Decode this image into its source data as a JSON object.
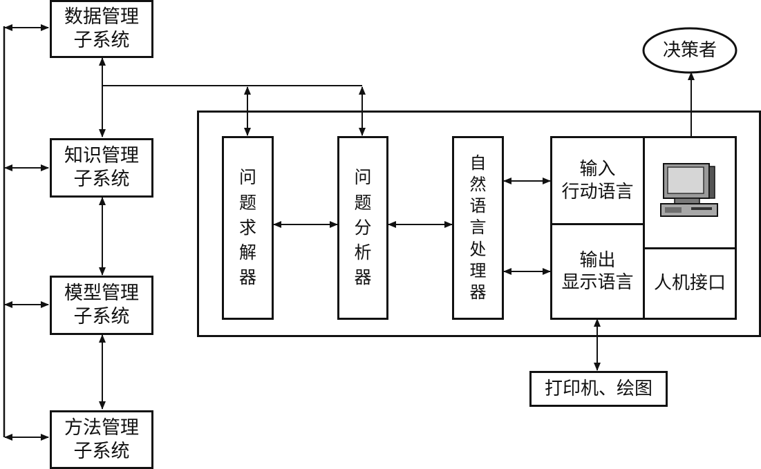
{
  "subsystems": {
    "data": "数据管理\n子系统",
    "knowledge": "知识管理\n子系统",
    "model": "模型管理\n子系统",
    "method": "方法管理\n子系统"
  },
  "modules": {
    "solver": "问\n题\n求\n解\n器",
    "analyzer": "问\n题\n分\n析\n器",
    "nlp": "自\n然\n语\n言\n处\n理\n器"
  },
  "interface": {
    "input_language": "输入\n行动语言",
    "output_language": "输出\n显示语言",
    "hci": "人机接口"
  },
  "decision_maker": "决策者",
  "printer": "打印机、绘图",
  "icons": {
    "terminal": "computer-terminal-icon"
  }
}
